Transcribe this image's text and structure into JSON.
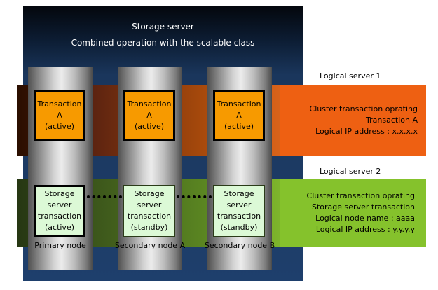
{
  "storage_server": {
    "title": "Storage server",
    "subtitle": "Combined operation with the scalable class"
  },
  "logical_server_1": {
    "label": "Logical server 1",
    "info": [
      "Cluster transaction oprating",
      "Transaction A",
      "Logical IP address : x.x.x.x"
    ]
  },
  "logical_server_2": {
    "label": "Logical server 2",
    "info": [
      "Cluster transaction oprating",
      "Storage server transaction",
      "Logical node name : aaaa",
      "Logical IP address : y.y.y.y"
    ]
  },
  "nodes": [
    {
      "name": "Primary node",
      "transaction": [
        "Transaction",
        "A",
        "(active)"
      ],
      "storage": [
        "Storage",
        "server",
        "transaction",
        "(active)"
      ]
    },
    {
      "name": "Secondary node A",
      "transaction": [
        "Transaction",
        "A",
        "(active)"
      ],
      "storage": [
        "Storage",
        "server",
        "transaction",
        "(standby)"
      ]
    },
    {
      "name": "Secondary node B",
      "transaction": [
        "Transaction",
        "A",
        "(active)"
      ],
      "storage": [
        "Storage",
        "server",
        "transaction",
        "(standby)"
      ]
    }
  ],
  "colors": {
    "logical_server_1": "#ee6012",
    "logical_server_2": "#85c22c",
    "transaction_box": "#f79a00",
    "storage_box": "#dcf9d6",
    "storage_panel": "#1e3f6c"
  }
}
